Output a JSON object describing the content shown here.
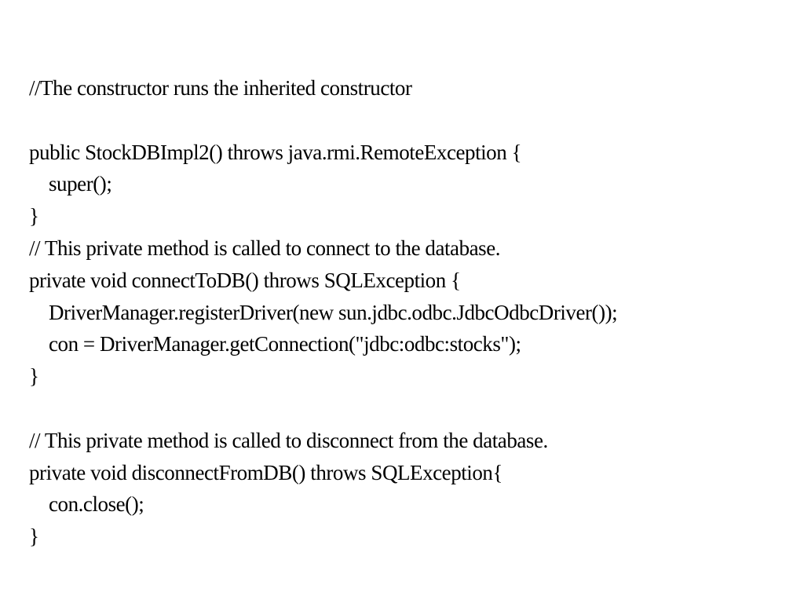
{
  "code": {
    "lines": [
      "//The constructor runs the inherited constructor",
      "",
      "public StockDBImpl2() throws java.rmi.RemoteException {",
      "super();",
      "}",
      "// This private method is called to connect to the database.",
      "private void connectToDB() throws SQLException {",
      "DriverManager.registerDriver(new sun.jdbc.odbc.JdbcOdbcDriver());",
      "con = DriverManager.getConnection(\"jdbc:odbc:stocks\");",
      "}",
      "",
      "// This private method is called to disconnect from the database.",
      "private void disconnectFromDB() throws SQLException{",
      "con.close();",
      "}"
    ]
  }
}
